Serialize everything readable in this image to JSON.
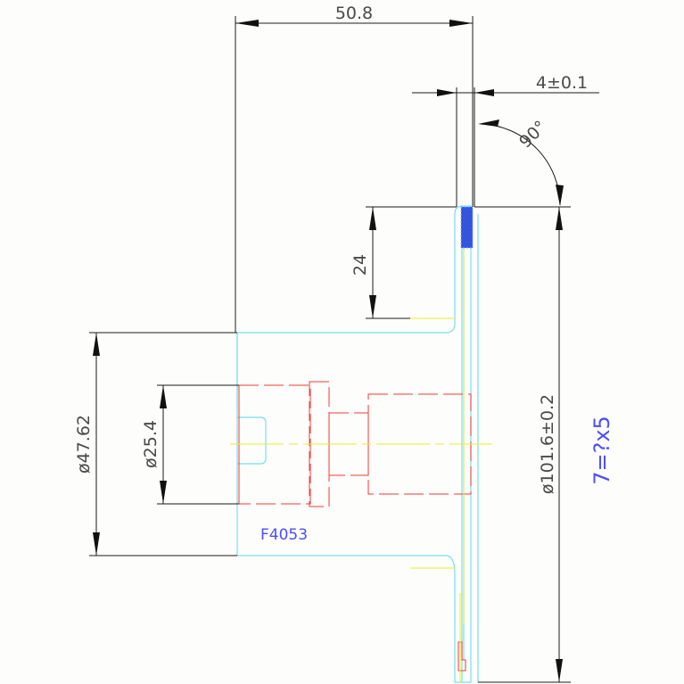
{
  "dimensions": {
    "width_top": "50.8",
    "thickness": "4±0.1",
    "angle": "90°",
    "height_24": "24",
    "dia_47": "ø47.62",
    "dia_25": "ø25.4",
    "dia_101": "ø101.6±0.2"
  },
  "labels": {
    "part_code": "F4053",
    "teeth_note": "7=?x5"
  },
  "colors": {
    "dimension": "#1a1a1a",
    "outline": "#77dfee",
    "hidden": "#ee3a3a",
    "center": "#ecec32",
    "annotation": "#4d4dff",
    "hatch": "#3355dd"
  }
}
